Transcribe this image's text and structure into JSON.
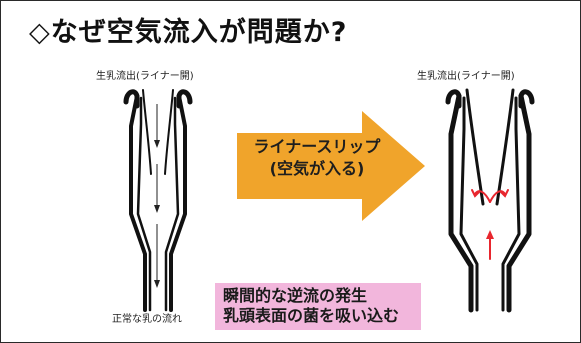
{
  "title": "◇なぜ空気流入が問題か?",
  "left_diagram": {
    "top_label": "生乳流出(ライナー開)",
    "bottom_label": "正常な乳の流れ"
  },
  "right_diagram": {
    "top_label": "生乳流出(ライナー開)"
  },
  "arrow": {
    "line1": "ライナースリップ",
    "line2": "(空気が入る)",
    "color": "#f0a42b"
  },
  "callout": {
    "line1": "瞬間的な逆流の発生",
    "line2": "乳頭表面の菌を吸い込む",
    "color": "#f2b6dc"
  },
  "flow_arrow_color": "#e8262e"
}
